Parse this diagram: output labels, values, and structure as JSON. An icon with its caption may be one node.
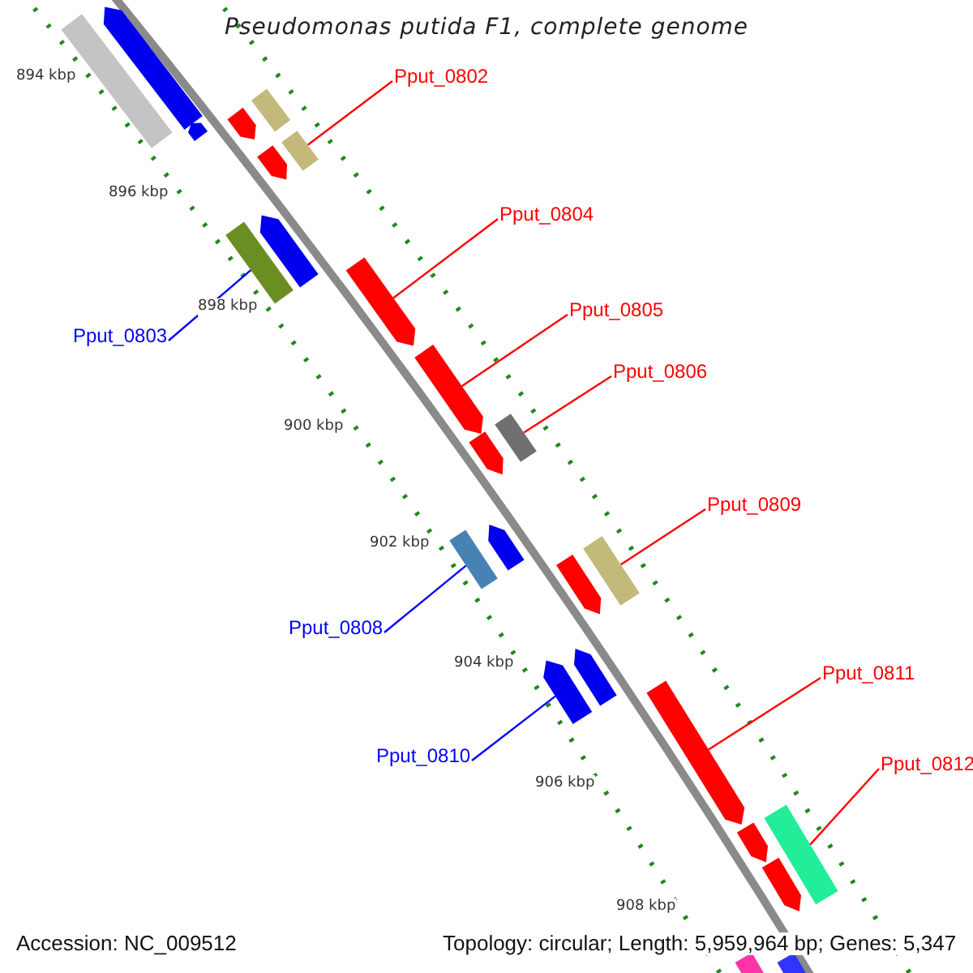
{
  "diagram": {
    "title": "Pseudomonas putida F1, complete genome",
    "nodes": [
      {
        "text": [
          "Pput_0802"
        ]
      },
      {
        "text": [],
        "shape": "bar"
      },
      {
        "text": [
          "Pput_0803"
        ]
      },
      {
        "text": [],
        "shape": "bar"
      },
      {
        "text": [
          "Pput_0804"
        ]
      },
      {
        "text": [],
        "shape": "bar"
      },
      {
        "text": [
          "Pput_0805"
        ]
      },
      {
        "text": [],
        "shape": "bar"
      },
      {
        "text": [
          "Pput_0806"
        ]
      },
      {
        "text": [],
        "shape": "bar"
      },
      {
        "text": [
          "Pput_0808"
        ]
      },
      {
        "text": [],
        "shape": "bar"
      },
      {
        "text": [
          "Pput_0809"
        ]
      },
      {
        "text": [],
        "shape": "bar"
      },
      {
        "text": [
          "Pput_0810"
        ]
      },
      {
        "text": [],
        "shape": "bar"
      },
      {
        "text": [
          "Pput_0811"
        ]
      },
      {
        "text": [],
        "shape": "bar"
      },
      {
        "text": [
          "Pput_0812"
        ]
      },
      {
        "text": [],
        "shape": "bar"
      },
      {
        "text": [],
        "shape": "bar"
      },
      {
        "text": [],
        "shape": "bar"
      },
      {
        "text": [],
        "shape": "bar"
      },
      {
        "text": [],
        "shape": "bar"
      },
      {
        "text": [],
        "shape": "bar"
      },
      {
        "text": [],
        "shape": "bar"
      },
      {
        "text": [],
        "shape": "bar"
      },
      {
        "text": [],
        "shape": "bar"
      },
      {
        "text": [],
        "shape": "bar"
      },
      {
        "text": [],
        "shape": "bar"
      },
      {
        "text": [],
        "shape": "bar"
      },
      {
        "text": [],
        "shape": "bar"
      },
      {
        "text": [],
        "shape": "bar"
      },
      {
        "text": [],
        "shape": "bar"
      },
      {
        "text": [],
        "shape": "bar"
      }
    ],
    "edges": [
      {
        "from": 0,
        "to": 1,
        "arrow": "none"
      },
      {
        "from": 2,
        "to": 3,
        "arrow": "none",
        "color": "#0000ff"
      },
      {
        "from": 4,
        "to": 5,
        "arrow": "none"
      },
      {
        "from": 6,
        "to": 7,
        "arrow": "none"
      },
      {
        "from": 8,
        "to": 9,
        "arrow": "none"
      },
      {
        "from": 10,
        "to": 11,
        "arrow": "none",
        "color": "#0000ff"
      },
      {
        "from": 12,
        "to": 13,
        "arrow": "none"
      },
      {
        "from": 14,
        "to": 15,
        "arrow": "none",
        "color": "#0000ff"
      },
      {
        "from": 16,
        "to": 17,
        "arrow": "none"
      },
      {
        "from": 18,
        "to": 19,
        "arrow": "none"
      }
    ],
    "labels": [
      "894 kbp",
      "896 kbp",
      "898 kbp",
      "900 kbp",
      "902 kbp",
      "904 kbp",
      "906 kbp",
      "908 kbp",
      "Accession: NC_009512",
      "Topology: circular; Length: 5,959,964 bp; Genes: 5,347"
    ]
  }
}
